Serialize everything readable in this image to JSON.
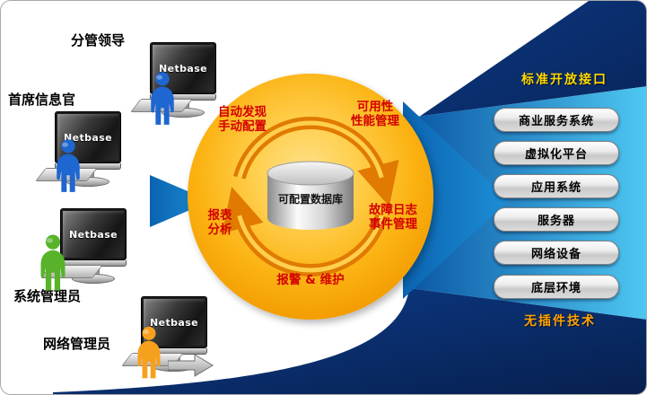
{
  "users": [
    {
      "label": "分管领导",
      "color": "#1e66d0"
    },
    {
      "label": "首席信息官",
      "color": "#1e66d0"
    },
    {
      "label": "系统管理员",
      "color": "#58b32a"
    },
    {
      "label": "网络管理员",
      "color": "#f6a11d"
    }
  ],
  "monitor_brand": "Netbase",
  "cycle": {
    "db_label": "可配置数据库",
    "auto_discovery": "自动发现\n手动配置",
    "availability": "可用性\n性能管理",
    "report": "报表\n分析",
    "fault": "故障日志\n事件管理",
    "alert": "报警 & 维护"
  },
  "right_panel": {
    "top_caption": "标准开放接口",
    "bottom_caption": "无插件技术",
    "systems": [
      "商业服务系统",
      "虚拟化平台",
      "应用系统",
      "服务器",
      "网络设备",
      "底层环境"
    ]
  },
  "colors": {
    "navy": "#0a2f6e",
    "panel_blue_dark": "#0a57a4",
    "panel_blue_light": "#4fc8f2",
    "circle_orange": "#f59b00",
    "cycle_text_red": "#d40000",
    "caption_yellow": "#ffd900",
    "caption_orange": "#ffa200"
  }
}
